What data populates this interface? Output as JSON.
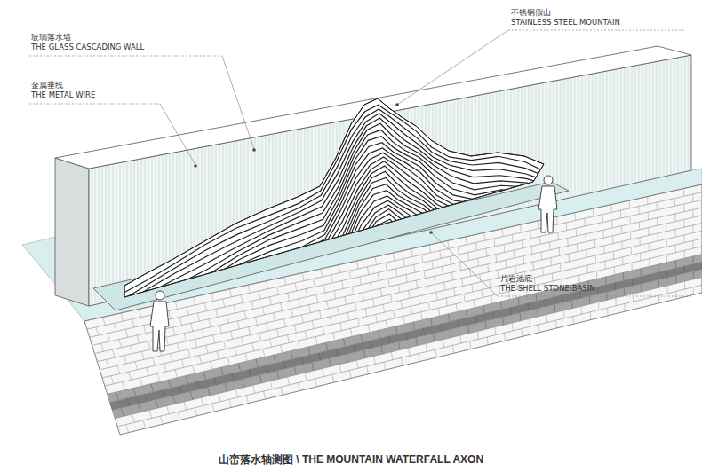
{
  "diagram": {
    "caption": "山峦落水轴测图 \\ THE MOUNTAIN WATERFALL AXON",
    "labels": [
      "玻璃落水墙",
      "THE GLASS CASCADING WALL",
      "金属垂线",
      "THE METAL WIRE",
      "不锈钢假山",
      "STAINLESS STEEL MOUNTAIN",
      "片岩池底",
      "THE SHELL STONE BASIN"
    ]
  }
}
